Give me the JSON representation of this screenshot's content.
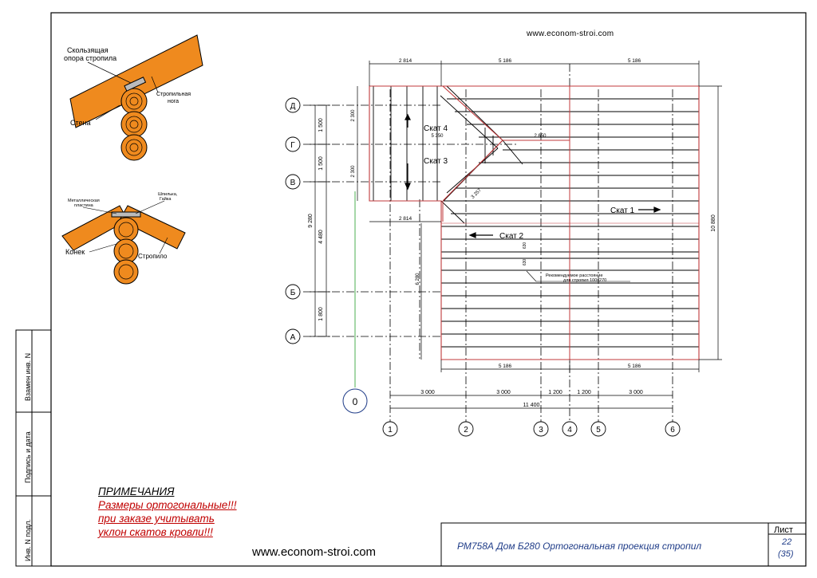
{
  "header": {
    "site": "www.econom-stroi.com"
  },
  "details": {
    "sliding": {
      "title_line1": "Скользящая",
      "title_line2": "опора стропила",
      "rafter_line1": "Стропильная",
      "rafter_line2": "нога",
      "wall": "Стена"
    },
    "ridge": {
      "plate_line1": "Металлическая",
      "plate_line2": "пластина",
      "bolt_line1": "Шпилька,",
      "bolt_line2": "Гайка",
      "ridge": "Конек",
      "rafter": "Стропило"
    }
  },
  "plan": {
    "top_dims": [
      "2 814",
      "5 186",
      "5 186"
    ],
    "bottom_dims": [
      "5 186",
      "5 186"
    ],
    "grid_dims": [
      "3 000",
      "3 000",
      "1 200",
      "1 200",
      "3 000"
    ],
    "total_x": "11 400",
    "left_dims": [
      "1 500",
      "1 500",
      "4 480",
      "1 800"
    ],
    "left_total": "9 280",
    "right_total": "10 880",
    "inner_dims": {
      "d2300a": "2 300",
      "d2300b": "2 300",
      "d5350": "5 350",
      "d2650": "2 650",
      "d2814": "2 814",
      "d6280": "6 280",
      "d3257": "3 257",
      "d630a": "630",
      "d630b": "630"
    },
    "slopes": {
      "s1": "Скат 1",
      "s2": "Скат 2",
      "s3": "Скат 3",
      "s4": "Скат 4"
    },
    "note_line1": "Рекомендуемое расстояние",
    "note_line2": "для стропил 100x270",
    "row_axes": [
      "Д",
      "Г",
      "В",
      "Б",
      "А"
    ],
    "col_axes": [
      "1",
      "2",
      "3",
      "4",
      "5",
      "6"
    ],
    "zero": "0"
  },
  "side_stamp": {
    "a": "Взамен инв. N",
    "b": "Подпись и дата",
    "c": "Инв. N подл."
  },
  "notes": {
    "title": "ПРИМЕЧАНИЯ",
    "line1": "Размеры ортогональные!!!",
    "line2": "при заказе  учитывать",
    "line3": "уклон скатов кровли!!!"
  },
  "footer": {
    "site": "www.econom-stroi.com",
    "title": "РМ758А Дом  Б280   Ортогональная проекция стропил",
    "sheet_label": "Лист",
    "sheet_number": "22",
    "sheet_total": "(35)"
  },
  "colors": {
    "wood": "#ef8a1e",
    "red_outline": "#c0393b",
    "grid_green": "#4caf50"
  }
}
